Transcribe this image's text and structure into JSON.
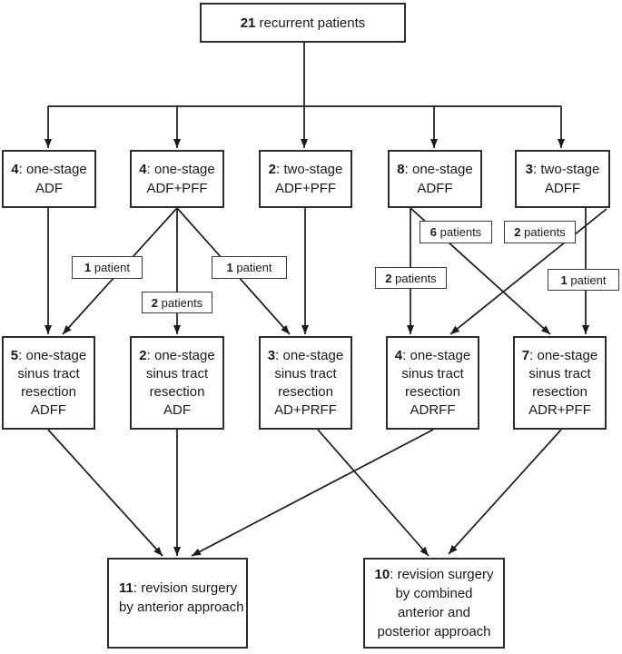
{
  "figure": {
    "type": "flowchart",
    "title": "Treatment flow of 21 recurrent patients"
  },
  "colors": {
    "background": "#ffffff",
    "box_border": "#2d2d2d",
    "line": "#1a1a1a",
    "text": "#1a1a1a"
  },
  "nodes": {
    "root": {
      "num": "21",
      "label": " recurrent patients"
    },
    "row2": [
      {
        "num": "4",
        "l1": ": one-stage",
        "l2": "ADF"
      },
      {
        "num": "4",
        "l1": ": one-stage",
        "l2": "ADF+PFF"
      },
      {
        "num": "2",
        "l1": ": two-stage",
        "l2": "ADF+PFF"
      },
      {
        "num": "8",
        "l1": ": one-stage",
        "l2": "ADFF"
      },
      {
        "num": "3",
        "l1": ": two-stage",
        "l2": "ADFF"
      }
    ],
    "row3": [
      {
        "num": "5",
        "l1": ": one-stage",
        "l2": "sinus tract",
        "l3": "resection",
        "l4": "ADFF"
      },
      {
        "num": "2",
        "l1": ": one-stage",
        "l2": "sinus tract",
        "l3": "resection",
        "l4": "ADF"
      },
      {
        "num": "3",
        "l1": ": one-stage",
        "l2": "sinus tract",
        "l3": "resection",
        "l4": "AD+PRFF"
      },
      {
        "num": "4",
        "l1": ": one-stage",
        "l2": "sinus tract",
        "l3": "resection",
        "l4": "ADRFF"
      },
      {
        "num": "7",
        "l1": ": one-stage",
        "l2": "sinus tract",
        "l3": "resection",
        "l4": "ADR+PFF"
      }
    ],
    "bottom": [
      {
        "num": "11",
        "l1": ": revision surgery",
        "l2": "by anterior approach"
      },
      {
        "num": "10",
        "l1": ": revision surgery",
        "l2": "by combined",
        "l3": "anterior and",
        "l4": "posterior approach"
      }
    ]
  },
  "edge_labels": [
    {
      "num": "1",
      "label": " patient"
    },
    {
      "num": "1",
      "label": " patient"
    },
    {
      "num": "6",
      "label": " patients"
    },
    {
      "num": "2",
      "label": " patients"
    },
    {
      "num": "2",
      "label": " patients"
    },
    {
      "num": "2",
      "label": " patients"
    },
    {
      "num": "1",
      "label": " patient"
    }
  ]
}
